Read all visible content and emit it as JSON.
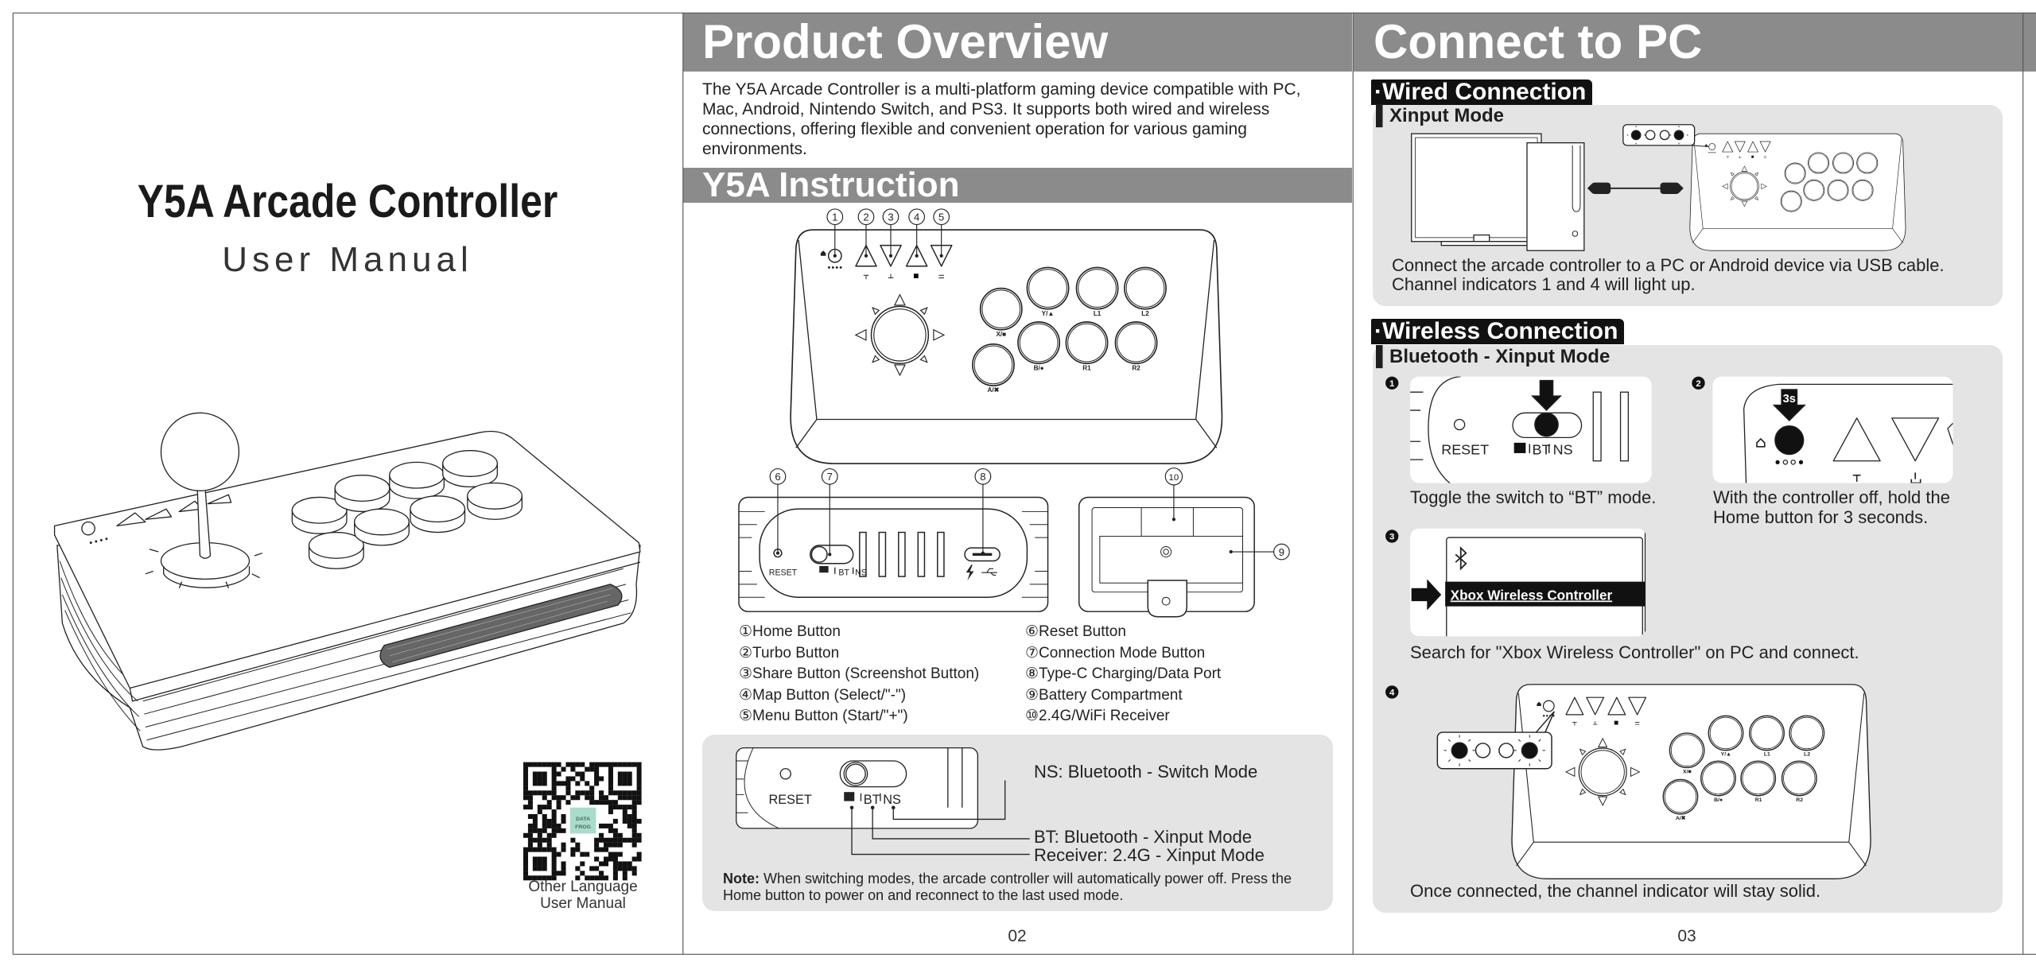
{
  "cover": {
    "title": "Y5A Arcade Controller",
    "subtitle": "User Manual",
    "qr_caption_1": "Other Language",
    "qr_caption_2": "User Manual",
    "qr_logo_1": "DATA",
    "qr_logo_2": "FROG"
  },
  "overview": {
    "heading": "Product Overview",
    "description": "The Y5A Arcade Controller is a multi-platform gaming device compatible with PC, Mac, Android, Nintendo Switch, and PS3. It supports both wired and wireless connections, offering flexible and convenient operation for various gaming environments.",
    "instruction_heading": "Y5A Instruction",
    "callouts": [
      "1",
      "2",
      "3",
      "4",
      "5",
      "6",
      "7",
      "8",
      "9",
      "10"
    ],
    "legend_left": [
      {
        "num": "①",
        "label": "Home Button"
      },
      {
        "num": "②",
        "label": "Turbo Button"
      },
      {
        "num": "③",
        "label": "Share Button (Screenshot Button)"
      },
      {
        "num": "④",
        "label": "Map Button (Select/\"-\")"
      },
      {
        "num": "⑤",
        "label": "Menu Button (Start/\"+\")"
      }
    ],
    "legend_right": [
      {
        "num": "⑥",
        "label": "Reset Button"
      },
      {
        "num": "⑦",
        "label": "Connection Mode Button"
      },
      {
        "num": "⑧",
        "label": "Type-C Charging/Data Port"
      },
      {
        "num": "⑨",
        "label": "Battery Compartment"
      },
      {
        "num": "⑩",
        "label": "2.4G/WiFi Receiver"
      }
    ],
    "modes": {
      "ns": "NS: Bluetooth - Switch Mode",
      "bt": "BT: Bluetooth - Xinput Mode",
      "receiver": "Receiver: 2.4G - Xinput Mode"
    },
    "note_label": "Note:",
    "note": "When switching modes, the arcade controller will automatically power off. Press the Home button to power on and reconnect to the last used mode.",
    "page_number": "02"
  },
  "controller": {
    "reset": "RESET",
    "bt": "BT",
    "ns": "NS",
    "buttons": {
      "x": "X/■",
      "y": "Y/▲",
      "l1": "L1",
      "l2": "L2",
      "a": "A/✖",
      "b": "B/●",
      "r1": "R1",
      "r2": "R2"
    }
  },
  "connect": {
    "heading": "Connect to PC",
    "wired_tab": "·Wired Connection",
    "wired_mode": "Xinput Mode",
    "wired_text_1": "Connect the arcade controller to a PC or Android device via USB cable.",
    "wired_text_2": "Channel indicators 1 and 4 will light up.",
    "wireless_tab": "·Wireless Connection",
    "wireless_mode": "Bluetooth - Xinput Mode",
    "steps": [
      {
        "marker": "1",
        "text": "Toggle the switch to “BT” mode."
      },
      {
        "marker": "2",
        "text": "With the controller off, hold the Home button for 3 seconds.",
        "hold_label": "3s"
      },
      {
        "marker": "3",
        "text": "Search for \"Xbox Wireless Controller\" on PC and connect.",
        "device_name": "Xbox Wireless Controller"
      },
      {
        "marker": "4",
        "text": "Once connected, the channel indicator will stay solid."
      }
    ],
    "page_number": "03"
  },
  "colors": {
    "header_bar": "#8b8b8b",
    "panel": "#e4e4e4",
    "tab": "#111111",
    "qr_logo": "#a9dccb"
  }
}
